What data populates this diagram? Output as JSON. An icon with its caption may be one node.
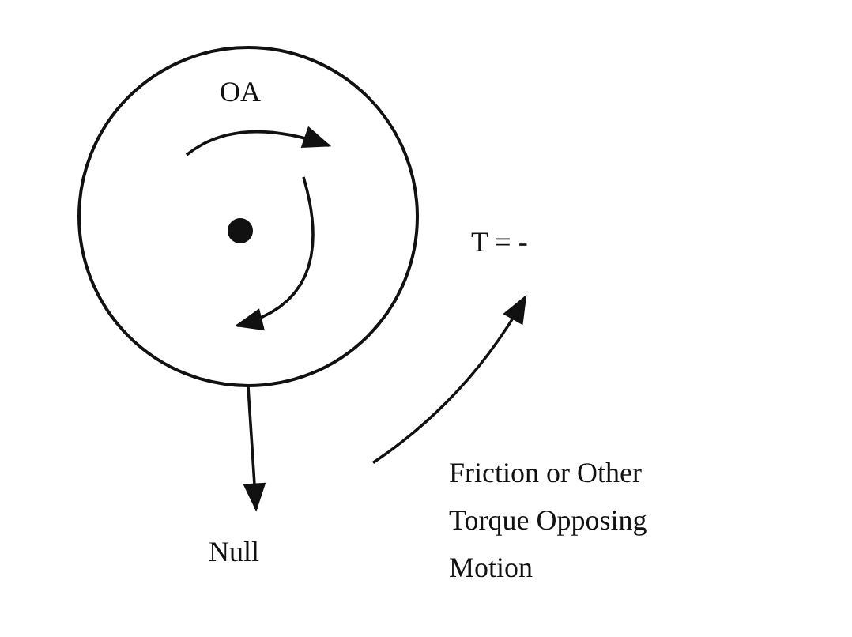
{
  "diagram": {
    "nodes": [
      {
        "text": [
          "OA"
        ]
      },
      {
        "text": [
          "Null"
        ]
      },
      {
        "text": [
          "T = -"
        ]
      },
      {
        "text": [
          "Friction or Other Torque Opposing Motion"
        ]
      }
    ],
    "edges": [
      {
        "from": 0,
        "to": 1,
        "arrow": "to"
      },
      {
        "from": 3,
        "to": 2,
        "arrow": "to"
      }
    ]
  }
}
